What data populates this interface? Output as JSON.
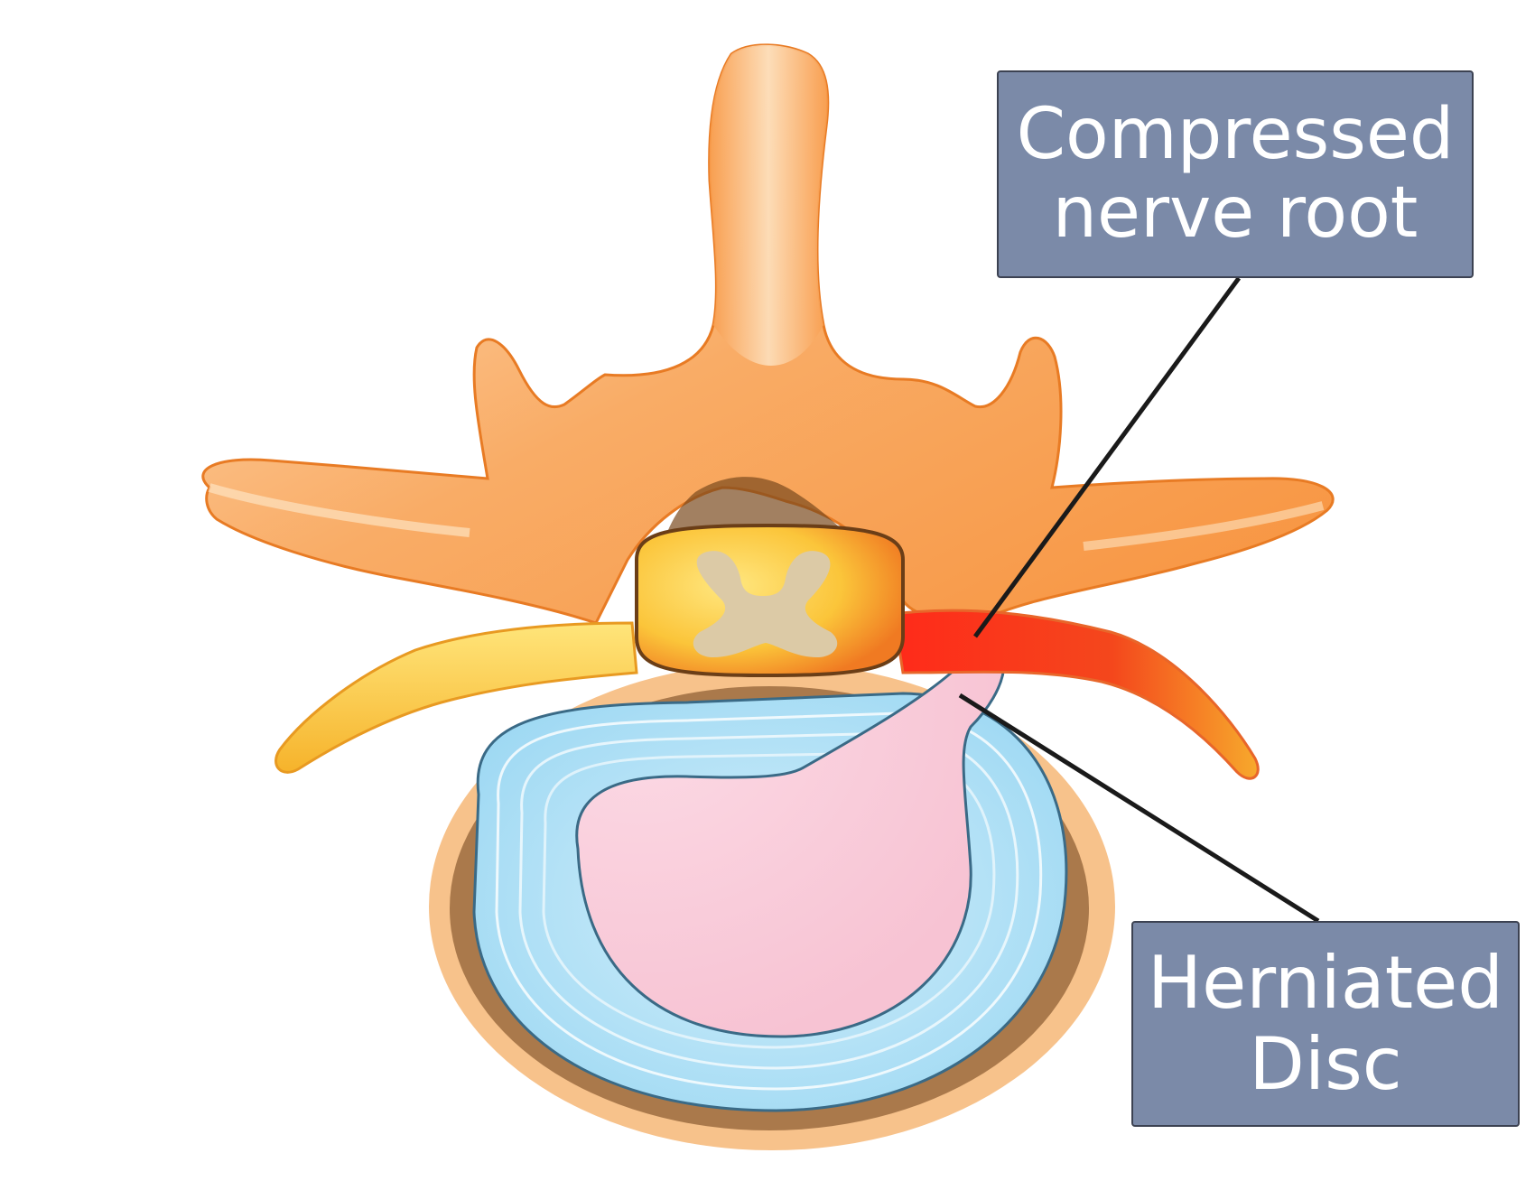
{
  "labels": {
    "compressed_nerve_root": {
      "line1": "Compressed",
      "line2": "nerve root"
    },
    "herniated_disc": {
      "line1": "Herniated",
      "line2": "Disc"
    }
  },
  "colors": {
    "bone": "#f7a258",
    "bone_light": "#fcd3a6",
    "nerve": "#fbcd3e",
    "compression": "#e8211b",
    "annulus": "#b7e3f7",
    "nucleus": "#f9c9d8",
    "label_fill": "#7b8aa8",
    "leader_line": "#1a1a1a"
  }
}
